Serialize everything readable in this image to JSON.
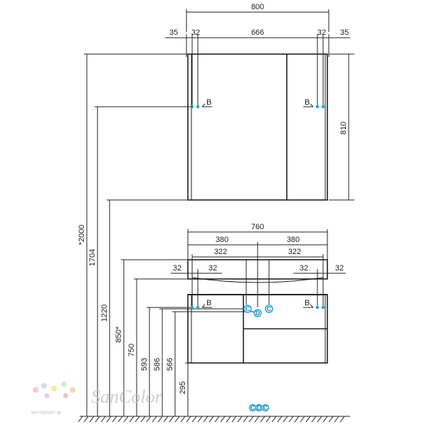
{
  "dimensions": {
    "mirror_total_width": "800",
    "mirror_side_left": "35",
    "mirror_frame_left": "32",
    "mirror_inner": "666",
    "mirror_frame_right": "32",
    "mirror_side_right": "35",
    "mirror_height": "810",
    "height_2000": "*2000",
    "height_1704": "1704",
    "height_1220": "1220",
    "height_850": "850*",
    "height_750": "750",
    "height_593": "593",
    "height_586": "586",
    "height_566": "566",
    "height_295": "295",
    "vanity_width": "760",
    "vanity_half_left": "380",
    "vanity_half_right": "380",
    "vanity_inner_left": "322",
    "vanity_inner_right": "322",
    "vanity_edge_ll": "32",
    "vanity_edge_lr": "32",
    "vanity_edge_rl": "32",
    "vanity_edge_rr": "32"
  },
  "markers": {
    "b_left_mirror": "B",
    "b_right_mirror": "B",
    "b_vanity_left": "B",
    "b_vanity_right": "B",
    "c1": "C",
    "d1": "D",
    "c2": "C",
    "floor_c1": "C",
    "floor_d": "D",
    "floor_c2": "C"
  },
  "logo": {
    "brand": "SanColor",
    "subtitle": "интернет-м"
  }
}
